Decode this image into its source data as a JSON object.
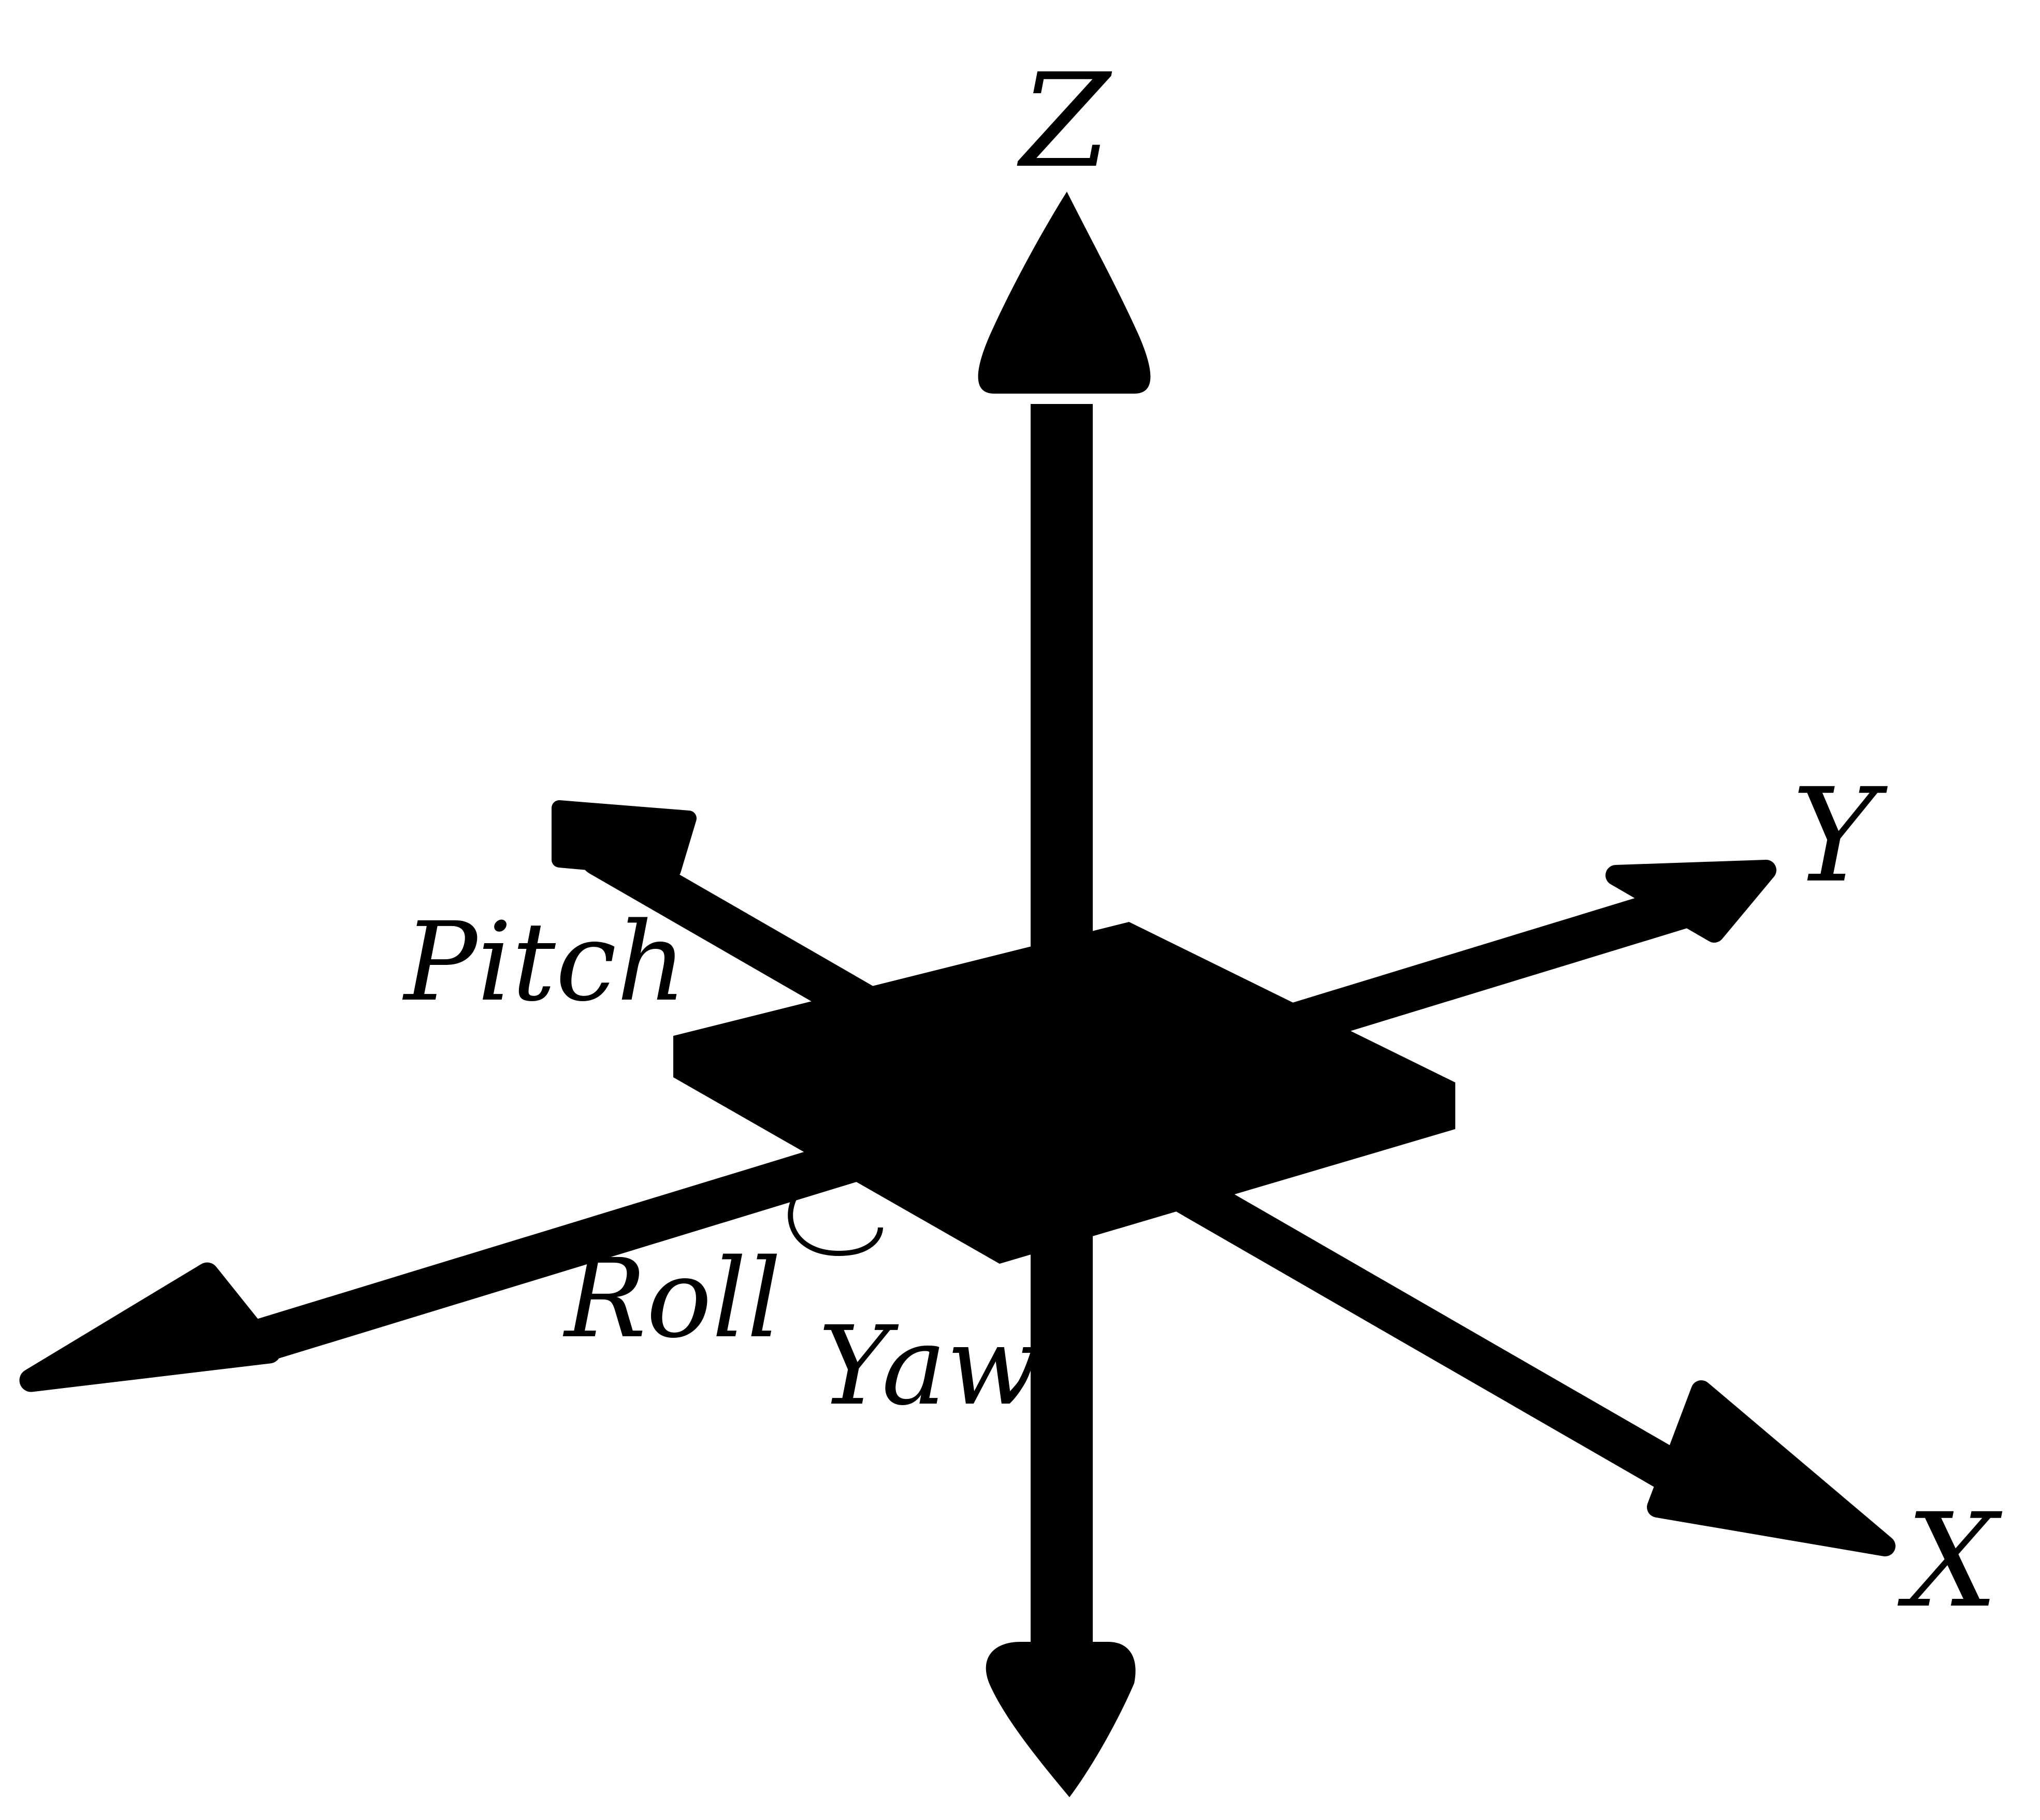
{
  "diagram": {
    "axes": {
      "z": "Z",
      "y": "Y",
      "x": "X"
    },
    "rotations": {
      "pitch": "Pitch",
      "roll": "Roll",
      "yaw": "Yaw"
    },
    "colors": {
      "ink": "#000000",
      "background": "#ffffff"
    }
  }
}
